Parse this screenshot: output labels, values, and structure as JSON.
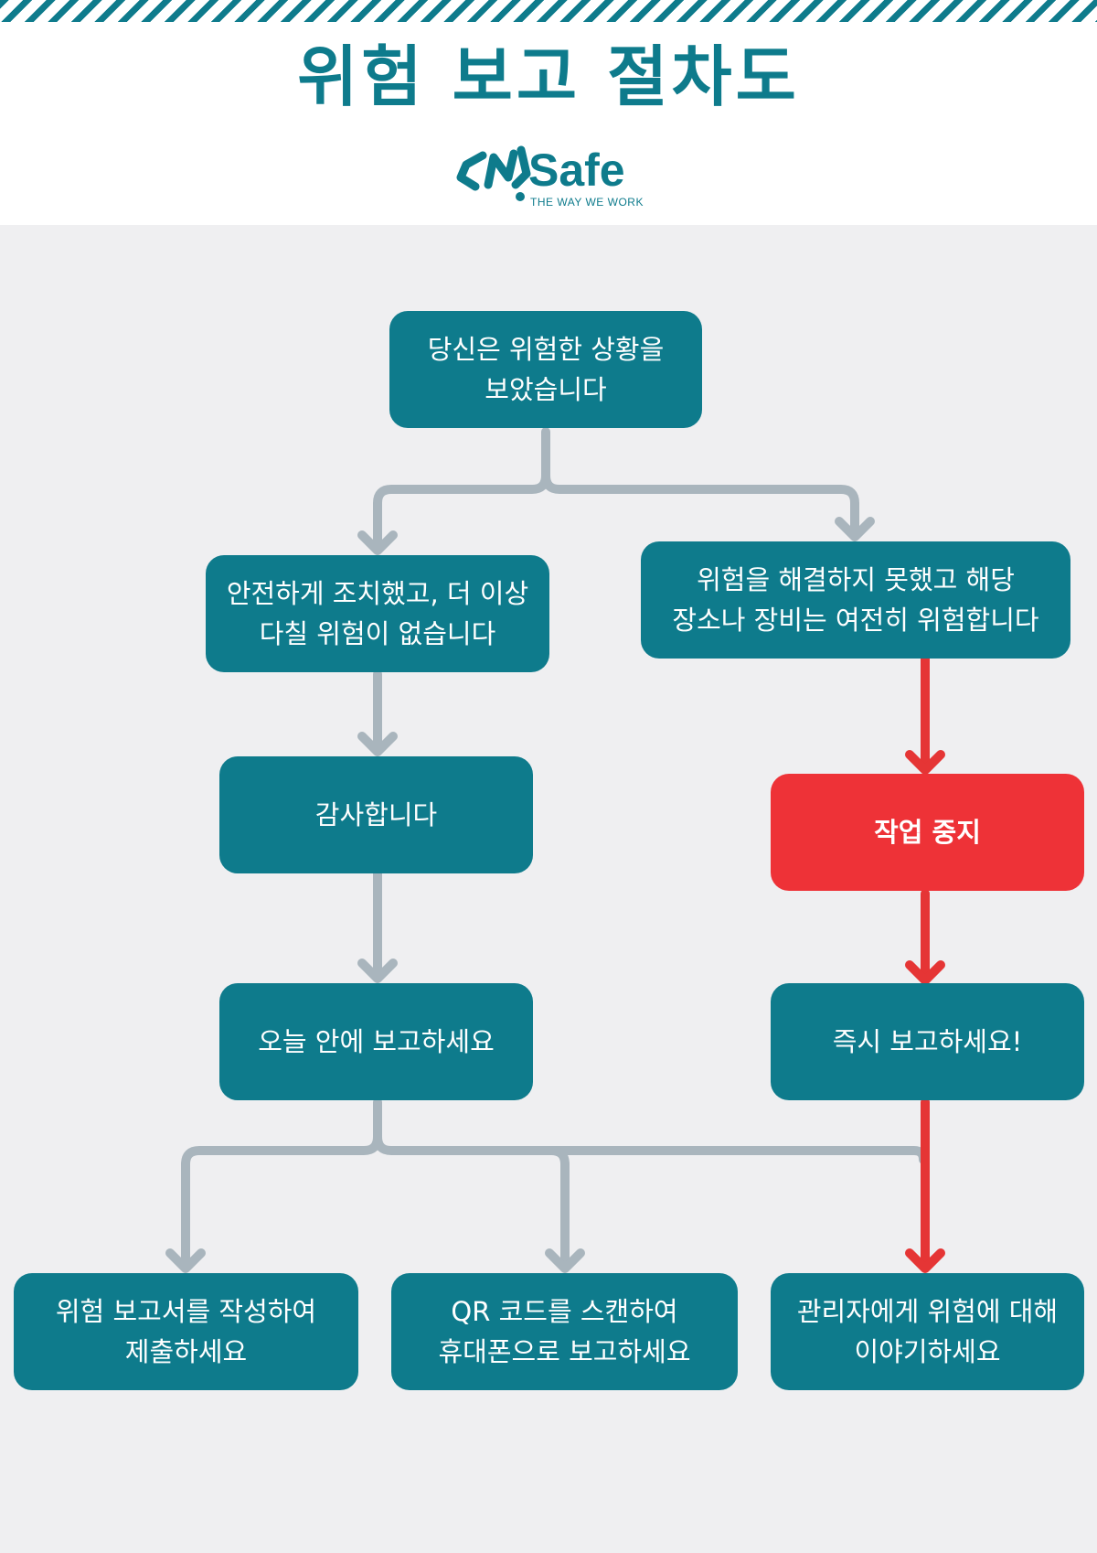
{
  "header": {
    "title": "위험 보고 절차도",
    "logo_name": "Safe",
    "logo_tagline": "THE WAY WE WORK"
  },
  "flow": {
    "start": "당신은 위험한 상황을\n보았습니다",
    "safe_branch": "안전하게 조치했고, 더 이상\n다칠 위험이 없습니다",
    "unsafe_branch": "위험을 해결하지 못했고 해당\n장소나 장비는 여전히 위험합니다",
    "thanks": "감사합니다",
    "stop_work": "작업 중지",
    "report_today": "오늘 안에 보고하세요",
    "report_now": "즉시 보고하세요!",
    "option_form": "위험 보고서를 작성하여\n제출하세요",
    "option_qr": "QR 코드를 스캔하여\n휴대폰으로 보고하세요",
    "option_manager": "관리자에게 위험에 대해\n이야기하세요"
  },
  "colors": {
    "primary": "#0e7b8c",
    "stop": "#ee3237",
    "connector_grey": "#a9b5bd",
    "connector_red": "#e53535",
    "background": "#efeff1"
  }
}
